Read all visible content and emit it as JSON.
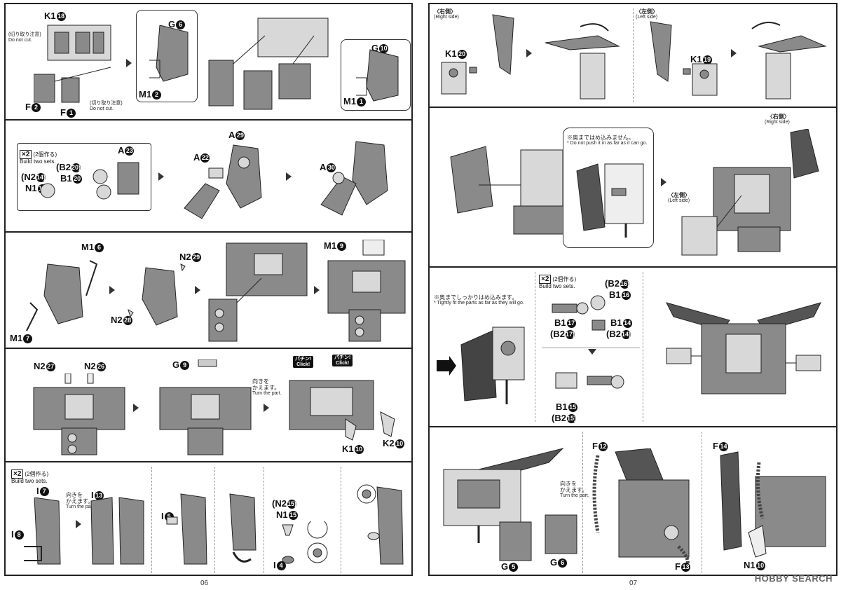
{
  "left_page": {
    "page_number": "06",
    "step1": {
      "labels": {
        "k1_18": "K1",
        "g6": "G",
        "m1_2": "M1",
        "g10": "G",
        "m1_1": "M1",
        "f2": "F",
        "f1": "F"
      },
      "nums": {
        "k1_18": "18",
        "g6": "6",
        "m1_2": "2",
        "g10": "10",
        "m1_1": "1",
        "f2": "2",
        "f1": "1"
      },
      "note_cut_jp": "(切り取り注意)",
      "note_cut_en": "Do not cut.",
      "note_cut2_jp": "(切り取り注意)",
      "note_cut2_en": "Do not cut."
    },
    "step2": {
      "x2_mark": "×2",
      "x2_jp": "(2個作る)",
      "x2_en": "Build two sets.",
      "labels": {
        "a23": "A",
        "n2_14": "(N2",
        "b2_20": "(B2",
        "n1_14": "N1",
        "b1_20": "B1",
        "a29": "A",
        "a22": "A",
        "a30": "A"
      },
      "nums": {
        "a23": "23",
        "n2_14": "14)",
        "b2_20": "20)",
        "n1_14": "14",
        "b1_20": "20",
        "a29": "29",
        "a22": "22",
        "a30": "30"
      }
    },
    "step3": {
      "labels": {
        "m1_6": "M1",
        "n2_29": "N2",
        "m1_9": "M1",
        "n2_28": "N2",
        "m1_7": "M1"
      },
      "nums": {
        "m1_6": "6",
        "n2_29": "29",
        "m1_9": "9",
        "n2_28": "28",
        "m1_7": "7"
      }
    },
    "step4": {
      "labels": {
        "n2_27": "N2",
        "n2_26": "N2",
        "g9": "G",
        "k1_10": "K1",
        "k2_10": "K2"
      },
      "nums": {
        "n2_27": "27",
        "n2_26": "26",
        "g9": "9",
        "k1_10": "10",
        "k2_10": "10"
      },
      "turn_jp": "向きを\nかえます。",
      "turn_en": "Turn the part.",
      "click1": "パチン!\nClick!",
      "click2": "パチン!\nClick!"
    },
    "step5": {
      "x2_mark": "×2",
      "x2_jp": "(2個作る)",
      "x2_en": "Build two sets.",
      "labels": {
        "i7": "I",
        "i8": "I",
        "i13": "I",
        "i5": "I",
        "n2_15": "(N2",
        "n1_15": "N1",
        "i4": "I"
      },
      "nums": {
        "i7": "7",
        "i8": "8",
        "i13": "13",
        "i5": "5",
        "n2_15": "15)",
        "n1_15": "15",
        "i4": "4"
      },
      "turn_jp": "向きを\nかえます。",
      "turn_en": "Turn the part."
    }
  },
  "right_page": {
    "page_number": "07",
    "step1": {
      "right_side_jp": "〈右側〉",
      "right_side_en": "(Right side)",
      "left_side_jp": "〈左側〉",
      "left_side_en": "(Left side)",
      "labels": {
        "k1_20": "K1",
        "k1_19": "K1"
      },
      "nums": {
        "k1_20": "20",
        "k1_19": "19"
      }
    },
    "step2": {
      "note_jp": "※奥まではめ込みません。",
      "note_en": "* Do not push it in as far as it can go.",
      "right_side_jp": "〈右側〉",
      "right_side_en": "(Right side)",
      "left_side_jp": "〈左側〉",
      "left_side_en": "(Left side)"
    },
    "step3": {
      "note_jp": "※奥までしっかりはめ込みます。",
      "note_en": "* Tightly fit the parts as far as they will go.",
      "x2_mark": "×2",
      "x2_jp": "(2個作る)",
      "x2_en": "Build two sets.",
      "labels": {
        "b2_16": "(B2",
        "b1_16": "B1",
        "b1_17": "B1",
        "b2_17": "(B2",
        "b1_14": "B1",
        "b2_14": "(B2",
        "b1_15": "B1",
        "b2_15": "(B2"
      },
      "nums": {
        "b2_16": "16)",
        "b1_16": "16",
        "b1_17": "17",
        "b2_17": "17)",
        "b1_14": "14",
        "b2_14": "14)",
        "b1_15": "15",
        "b2_15": "15)"
      }
    },
    "step4": {
      "labels": {
        "g5": "G",
        "g6": "G",
        "f12": "F",
        "f13": "F",
        "f14": "F",
        "n1_10": "N1"
      },
      "nums": {
        "g5": "5",
        "g6": "6",
        "f12": "12",
        "f13": "13",
        "f14": "14",
        "n1_10": "10"
      },
      "turn_jp": "向きを\nかえます。",
      "turn_en": "Turn the part."
    }
  },
  "watermark": "HOBBY SEARCH",
  "colors": {
    "part_fill": "#8a8a8a",
    "part_light": "#d8d8d8",
    "part_dark": "#4a4a4a",
    "line": "#222222"
  }
}
